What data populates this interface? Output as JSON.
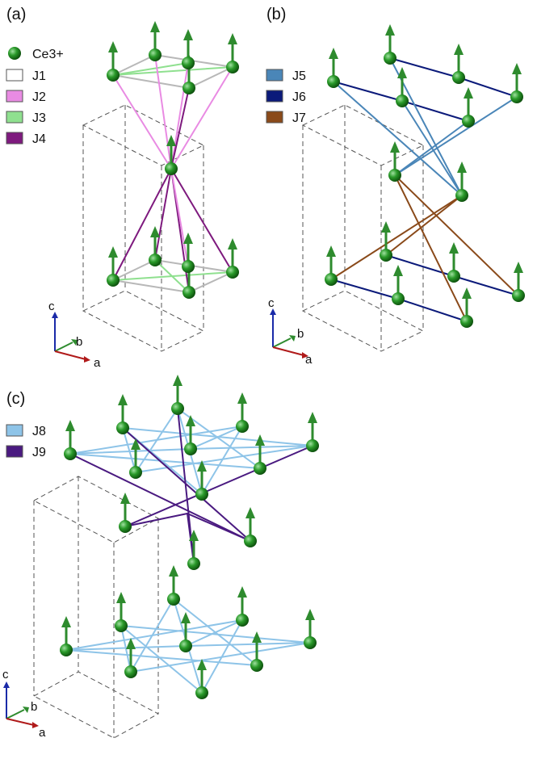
{
  "panels": [
    {
      "label": "(a)",
      "legend": [
        {
          "label": "Ce3+",
          "kind": "atom",
          "color": "#1e7a1e"
        },
        {
          "label": "J1",
          "kind": "swatch",
          "color": "#ffffff"
        },
        {
          "label": "J2",
          "kind": "swatch",
          "color": "#e98be3"
        },
        {
          "label": "J3",
          "kind": "swatch",
          "color": "#8fe08f"
        },
        {
          "label": "J4",
          "kind": "swatch",
          "color": "#7e1a7e"
        }
      ],
      "axes": {
        "c": "c",
        "b": "b",
        "a": "a"
      }
    },
    {
      "label": "(b)",
      "legend": [
        {
          "label": "J5",
          "kind": "swatch",
          "color": "#4a86b8"
        },
        {
          "label": "J6",
          "kind": "swatch",
          "color": "#0b1a7a"
        },
        {
          "label": "J7",
          "kind": "swatch",
          "color": "#8a4a1a"
        }
      ],
      "axes": {
        "c": "c",
        "b": "b",
        "a": "a"
      }
    },
    {
      "label": "(c)",
      "legend": [
        {
          "label": "J8",
          "kind": "swatch",
          "color": "#8ec4e8"
        },
        {
          "label": "J9",
          "kind": "swatch",
          "color": "#4a1a80"
        }
      ],
      "axes": {
        "c": "c",
        "b": "b",
        "a": "a"
      }
    }
  ],
  "colors": {
    "atom": "#1e7a1e",
    "arrow": "#2e8b2e",
    "J1": "#b8b8b8",
    "J2": "#e98be3",
    "J3": "#8fe08f",
    "J4": "#7e1a7e",
    "J5": "#4a86b8",
    "J6": "#0b1a7a",
    "J7": "#8a4a1a",
    "J8": "#8ec4e8",
    "J9": "#4a1a80",
    "axis_c": "#1a2aa8",
    "axis_b": "#2e8b2e",
    "axis_a": "#b01a1a"
  }
}
